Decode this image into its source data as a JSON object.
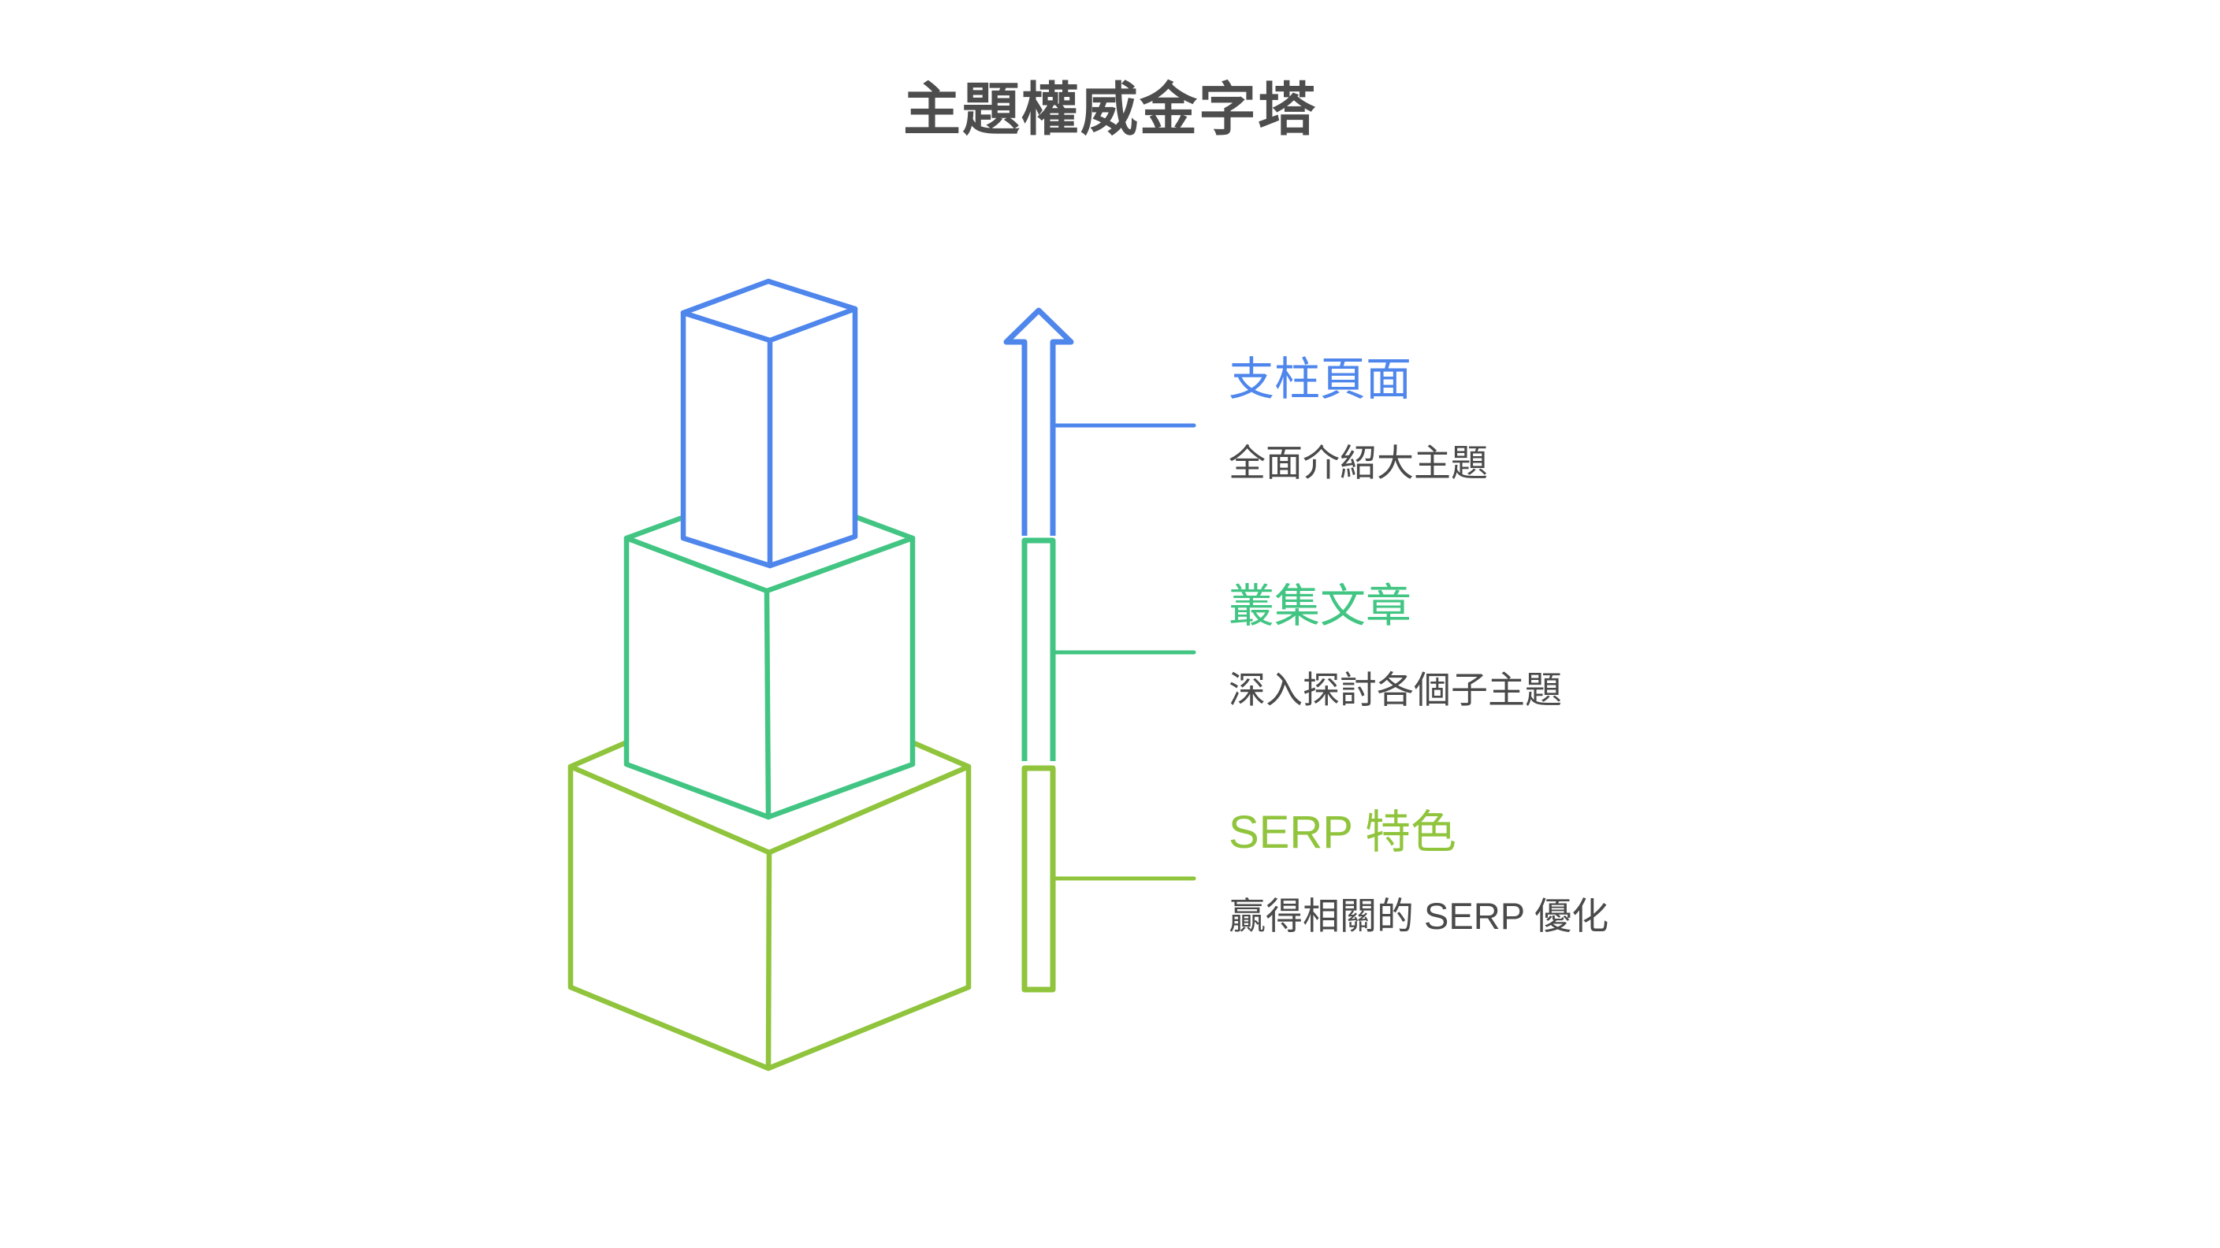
{
  "title": "主題權威金字塔",
  "colors": {
    "blue": "#4e86ec",
    "green": "#42c583",
    "olive": "#8fc43c",
    "text_gray": "#4a4a4a",
    "title_gray": "#4d4d4d",
    "background": "#ffffff"
  },
  "diagram": {
    "type": "stacked-pyramid",
    "stack_levels": 3,
    "arrow_direction": "up",
    "arrow_segments": [
      "blue",
      "green",
      "olive"
    ]
  },
  "levels": [
    {
      "rank": 1,
      "heading": "支柱頁面",
      "description": "全面介紹大主題",
      "color": "#4e86ec",
      "box_position": "top"
    },
    {
      "rank": 2,
      "heading": "叢集文章",
      "description": "深入探討各個子主題",
      "color": "#42c583",
      "box_position": "middle"
    },
    {
      "rank": 3,
      "heading": "SERP 特色",
      "description": "贏得相關的 SERP 優化",
      "color": "#8fc43c",
      "box_position": "bottom"
    }
  ]
}
